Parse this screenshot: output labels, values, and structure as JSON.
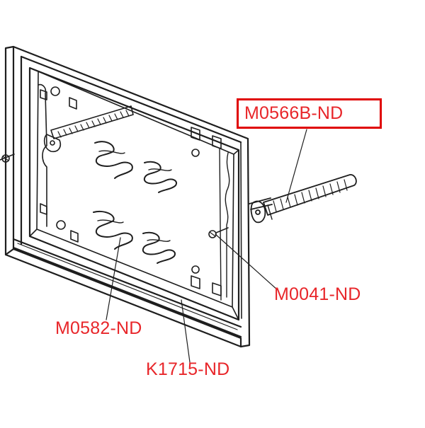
{
  "colors": {
    "line": "#1e1e1e",
    "label": "#e8262a",
    "highlight": "#e00000",
    "background": "#ffffff"
  },
  "labels": {
    "part_m0566b": "M0566B-ND",
    "part_m0041": "M0041-ND",
    "part_m0582": "M0582-ND",
    "part_k1715": "K1715-ND"
  },
  "highlighted_part": "M0566B-ND"
}
